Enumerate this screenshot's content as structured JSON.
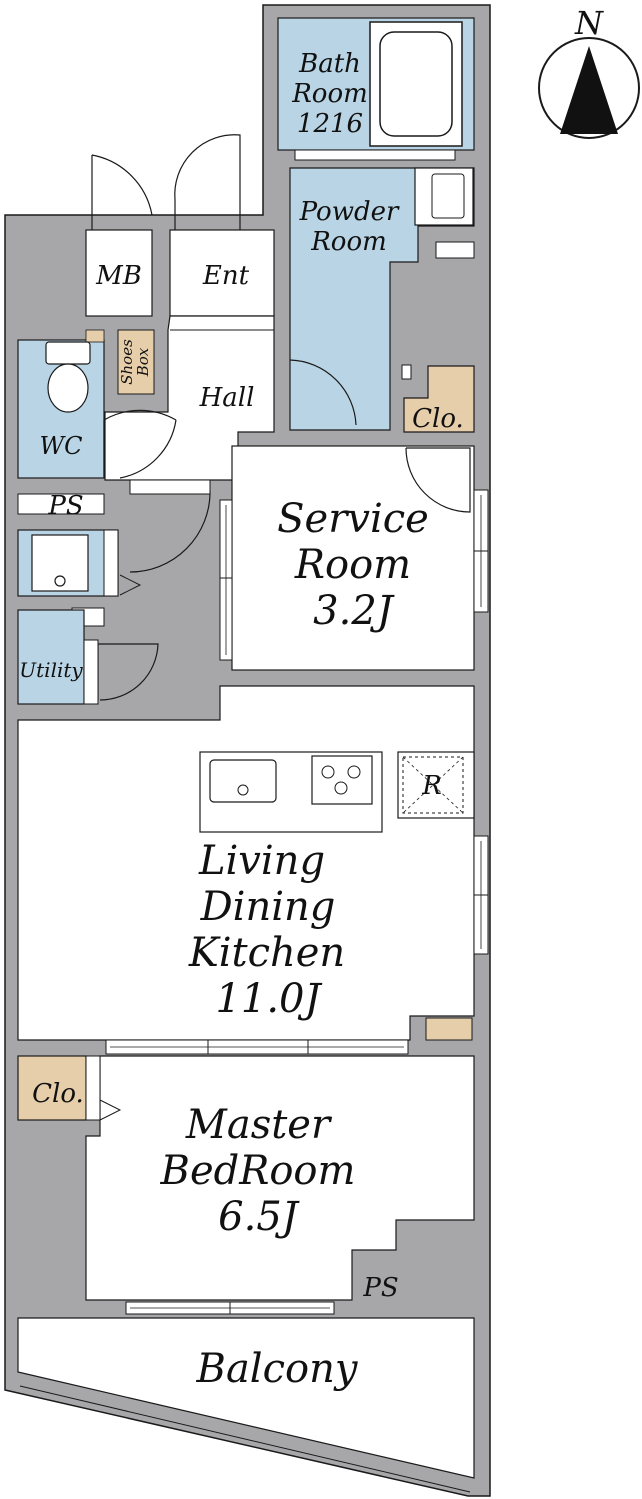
{
  "compass": {
    "label": "N"
  },
  "rooms": {
    "bath": {
      "line1": "Bath",
      "line2": "Room",
      "line3": "1216"
    },
    "powder": {
      "line1": "Powder",
      "line2": "Room"
    },
    "mb": "MB",
    "ent": "Ent",
    "hall": "Hall",
    "shoes_box": {
      "line1": "Shoes",
      "line2": "Box"
    },
    "wc": "WC",
    "ps_top": "PS",
    "utility": "Utility",
    "clo_top": "Clo.",
    "service": {
      "line1": "Service",
      "line2": "Room",
      "line3": "3.2J"
    },
    "fridge": "R",
    "ldk": {
      "line1": "Living",
      "line2": "Dining",
      "line3": "Kitchen",
      "line4": "11.0J"
    },
    "clo_bottom": "Clo.",
    "master": {
      "line1": "Master",
      "line2": "BedRoom",
      "line3": "6.5J"
    },
    "ps_bottom": "PS",
    "balcony": "Balcony"
  },
  "colors": {
    "wall": "#a7a7aa",
    "wet_area": "#b9d4e4",
    "closet": "#e6ceaa",
    "line": "#1a1a1a",
    "room": "#ffffff"
  }
}
